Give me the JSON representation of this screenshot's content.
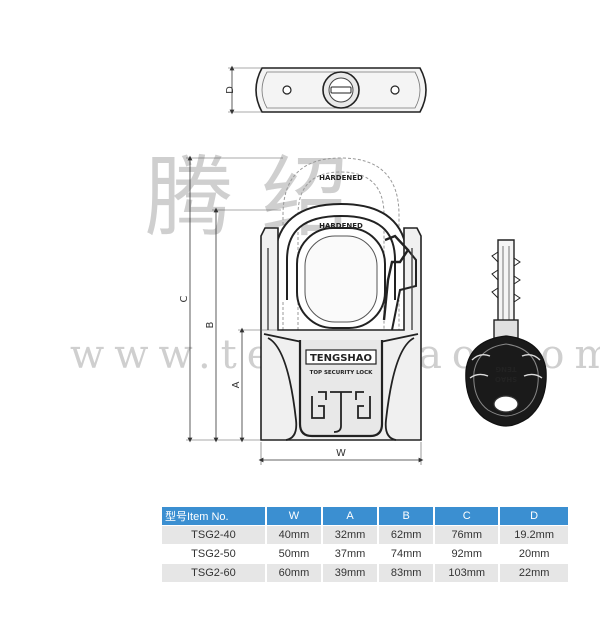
{
  "watermark": {
    "chinese": "腾 绍",
    "url": "www.tengshao.com"
  },
  "dimensions": {
    "W": "W",
    "A": "A",
    "B": "B",
    "C": "C",
    "D": "D"
  },
  "lock_labels": {
    "hardened_top": "HARDENED",
    "hardened_body": "HARDENED",
    "brand": "TENGSHAO",
    "tagline": "TOP SECURITY LOCK",
    "key_brand_1": "TENG",
    "key_brand_2": "SHAO"
  },
  "table": {
    "headers": [
      "型号Item No.",
      "W",
      "A",
      "B",
      "C",
      "D"
    ],
    "rows": [
      [
        "TSG2-40",
        "40mm",
        "32mm",
        "62mm",
        "76mm",
        "19.2mm"
      ],
      [
        "TSG2-50",
        "50mm",
        "37mm",
        "74mm",
        "92mm",
        "20mm"
      ],
      [
        "TSG2-60",
        "60mm",
        "39mm",
        "83mm",
        "103mm",
        "22mm"
      ]
    ]
  },
  "colors": {
    "header_bg": "#3b8fd1",
    "row_alt_bg": "#e6e6e6",
    "line": "#222222"
  }
}
